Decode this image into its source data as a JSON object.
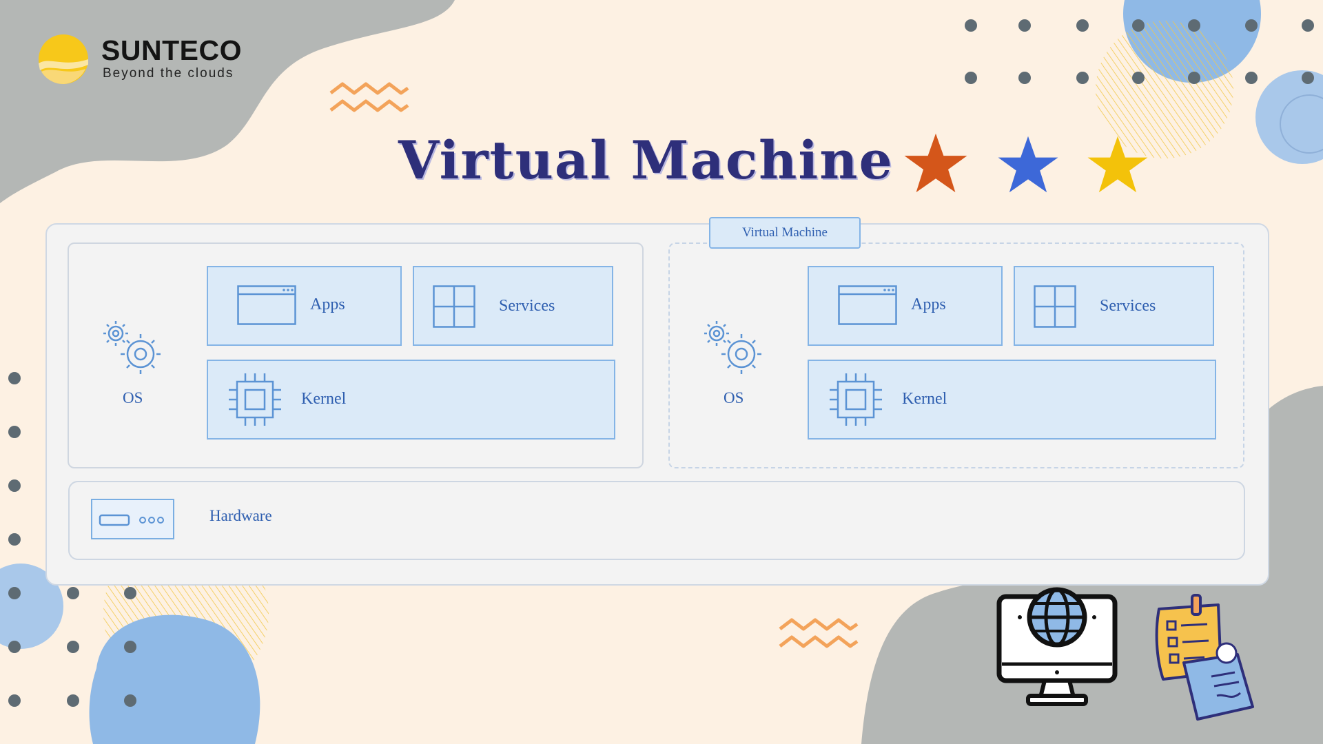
{
  "brand": {
    "name": "SUNTECO",
    "tagline": "Beyond the clouds"
  },
  "title": "Virtual Machine",
  "diagram": {
    "vm_tab_label": "Virtual Machine",
    "left_vm": {
      "os_label": "OS",
      "apps_label": "Apps",
      "services_label": "Services",
      "kernel_label": "Kernel"
    },
    "right_vm": {
      "os_label": "OS",
      "apps_label": "Apps",
      "services_label": "Services",
      "kernel_label": "Kernel"
    },
    "hardware_label": "Hardware"
  },
  "icons": [
    "sunteco-logo-icon",
    "gears-icon",
    "app-window-icon",
    "windows-icon",
    "chip-icon",
    "server-icon",
    "star-icon",
    "globe-monitor-icon",
    "checklist-notes-icon"
  ],
  "colors": {
    "title": "#2e2f7a",
    "accent_blue": "#2f5fb0",
    "box_fill": "#dbeaf8",
    "box_border": "#84b4e6",
    "star_orange": "#d4561a",
    "star_blue": "#3d68d8",
    "star_yellow": "#f3c20a"
  }
}
